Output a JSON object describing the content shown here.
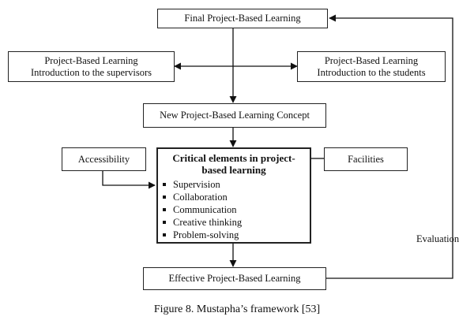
{
  "nodes": {
    "final": "Final Project-Based Learning",
    "intro_supervisors": [
      "Project-Based Learning",
      "Introduction to the supervisors"
    ],
    "intro_students": [
      "Project-Based Learning",
      "Introduction to the students"
    ],
    "new_concept": "New Project-Based Learning Concept",
    "accessibility": "Accessibility",
    "facilities": "Facilities",
    "critical": {
      "title_line1": "Critical elements in project-",
      "title_line2": "based learning",
      "items": [
        "Supervision",
        "Collaboration",
        "Communication",
        "Creative thinking",
        "Problem-solving"
      ]
    },
    "effective": "Effective Project-Based Learning"
  },
  "edge_labels": {
    "evaluation": "Evaluation"
  },
  "caption": "Figure 8. Mustapha’s framework [53]"
}
